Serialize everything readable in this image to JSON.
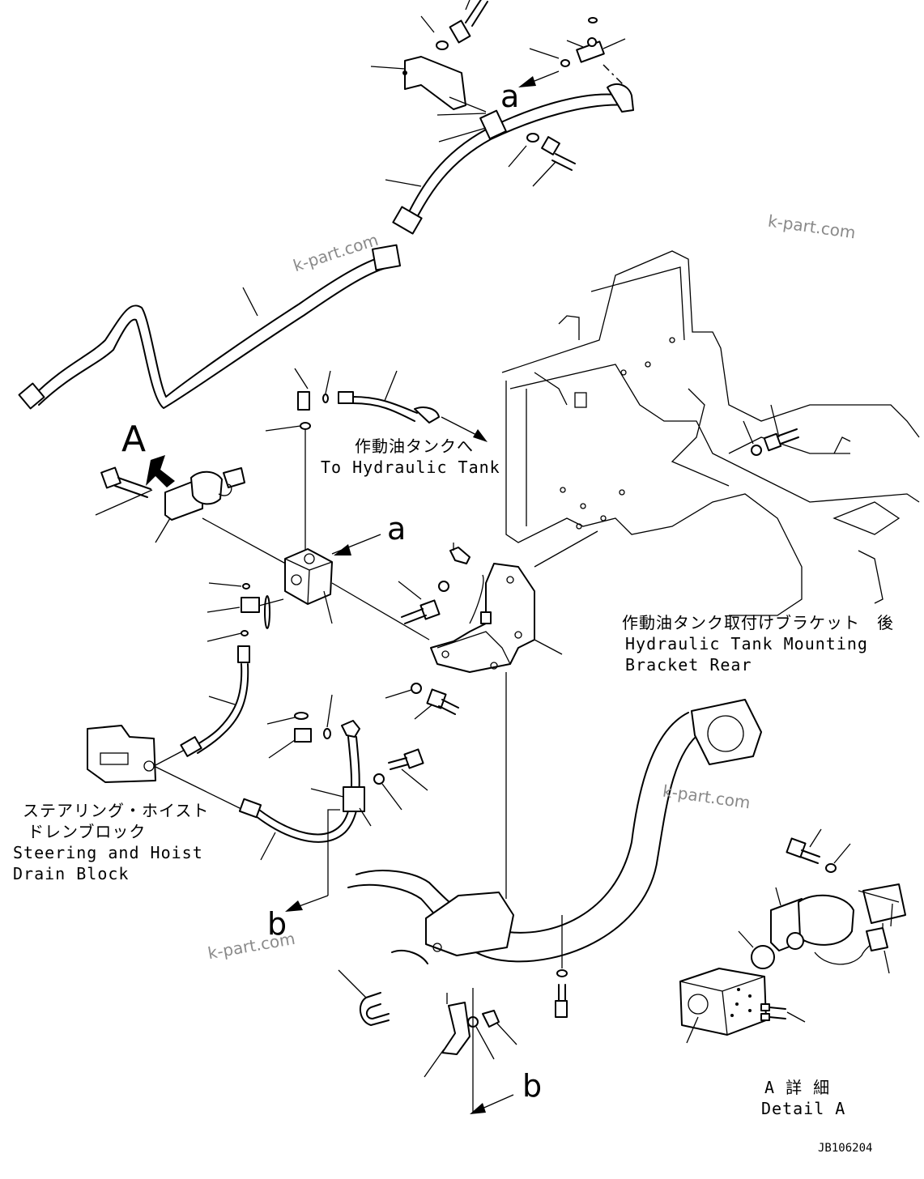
{
  "callouts": {
    "a_top": "a",
    "a_mid": "a",
    "A_big": "A",
    "b_left": "b",
    "b_bottom": "b"
  },
  "labels": {
    "to_tank_jp": "作動油タンクへ",
    "to_tank_en": "To Hydraulic Tank",
    "bracket_jp": "作動油タンク取付けブラケット　後",
    "bracket_en_1": "Hydraulic Tank Mounting",
    "bracket_en_2": "Bracket Rear",
    "drain_jp_1": "ステアリング・ホイスト",
    "drain_jp_2": "ドレンブロック",
    "drain_en_1": "Steering and Hoist",
    "drain_en_2": "Drain Block",
    "detail_jp": "A 詳 細",
    "detail_en": "Detail A"
  },
  "watermark": "k-part.com",
  "drawing_id": "JB106204",
  "colors": {
    "ink": "#000000",
    "watermark": "#8a8a8a",
    "paper": "#ffffff"
  }
}
